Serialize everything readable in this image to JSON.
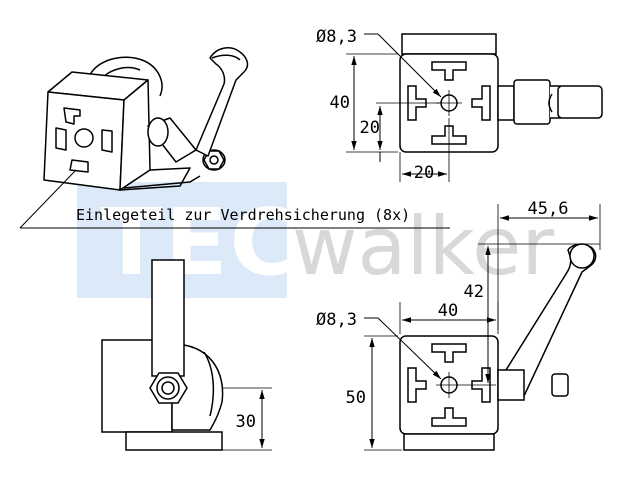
{
  "diagram": {
    "callout_text": "Einlegeteil zur Verdrehsicherung (8x)",
    "watermark": {
      "part1": "TEC",
      "part2": "walker",
      "block_color": "#dbe9f8"
    },
    "top_view": {
      "hole_dim": "Ø8,3",
      "width_dim": "40",
      "slot_dim_v": "20",
      "slot_dim_h": "20"
    },
    "front_view": {
      "lever_reach_dim": "45,6",
      "hole_dim": "Ø8,3",
      "width_dim": "40",
      "lever_height_dim": "42",
      "height_dim": "50"
    },
    "side_view": {
      "axis_height_dim": "30"
    }
  }
}
